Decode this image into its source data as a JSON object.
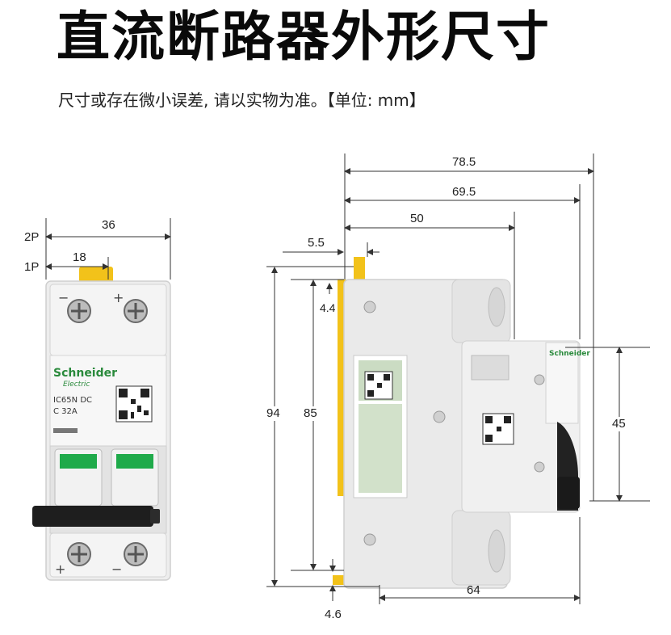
{
  "header": {
    "title": "直流断路器外形尺寸",
    "subtitle": "尺寸或存在微小误差, 请以实物为准。【单位: mm】"
  },
  "front_view": {
    "brand": "Schneider",
    "brand_sub": "Electric",
    "model": "IC65N DC",
    "rating": "C 32A",
    "dimensions": {
      "pole_2p_label": "2P",
      "pole_1p_label": "1P",
      "width_2p": "36",
      "width_1p": "18"
    },
    "terminal_plus": "+",
    "terminal_minus": "−"
  },
  "side_view": {
    "brand": "Schneider",
    "dimensions": {
      "overall_depth": "78.5",
      "depth_to_face": "69.5",
      "depth_to_shoulder": "50",
      "clip_offset": "5.5",
      "top_offset": "4.4",
      "overall_height": "94",
      "body_height": "85",
      "face_height": "45",
      "rail_depth": "64",
      "bottom_offset": "4.6"
    }
  },
  "colors": {
    "title": "#0a0a0a",
    "housing": "#ececec",
    "yellow_clip": "#f2c21a",
    "green_window": "#1faa4a",
    "handle": "#1e1e1e",
    "dimension_line": "#333333"
  }
}
